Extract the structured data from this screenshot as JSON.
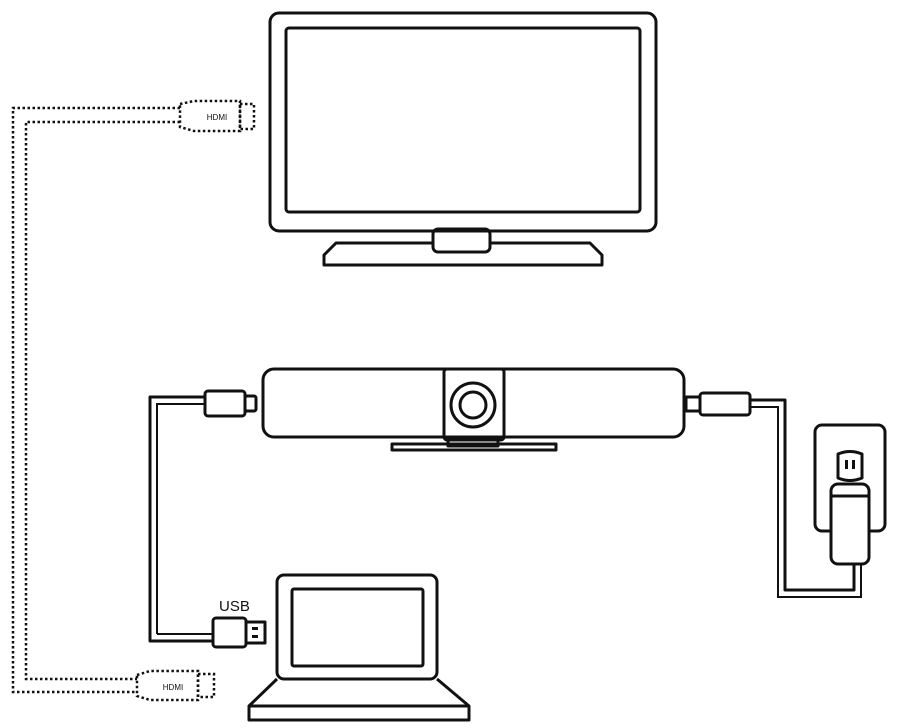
{
  "labels": {
    "hdmi_top": "HDMI",
    "hdmi_bottom": "HDMI",
    "usb": "USB"
  }
}
